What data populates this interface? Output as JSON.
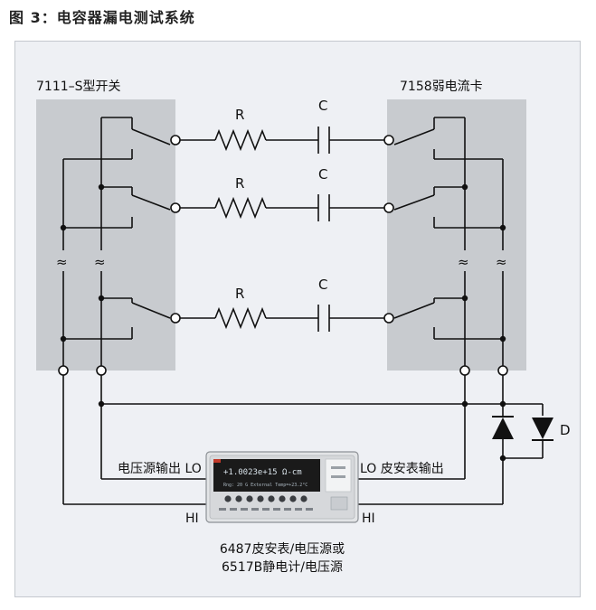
{
  "figure": {
    "title": "图 3：电容器漏电测试系统",
    "left_switch_label": "7111–S型开关",
    "right_card_label": "7158弱电流卡",
    "resistor_labels": [
      "R",
      "R",
      "R"
    ],
    "capacitor_labels": [
      "C",
      "C",
      "C"
    ],
    "diode_label": "D",
    "source_output_label": "电压源输出 LO",
    "picoammeter_output_label": "LO 皮安表输出",
    "hi_left": "HI",
    "hi_right": "HI",
    "instrument_caption_line1": "6487皮安表/电压源或",
    "instrument_caption_line2": "6517B静电计/电压源",
    "display_main": "+1.0023e+15 Ω-cm",
    "display_sub": "Rng: 20 G   External Temp=+23.2°C",
    "break_symbol": "≈"
  },
  "colors": {
    "frame_bg": "#eef0f4",
    "switch_panel": "#c8cbcf",
    "wire": "#111111",
    "display_bg": "#1a1a1a",
    "display_text": "#d9e3ea"
  }
}
